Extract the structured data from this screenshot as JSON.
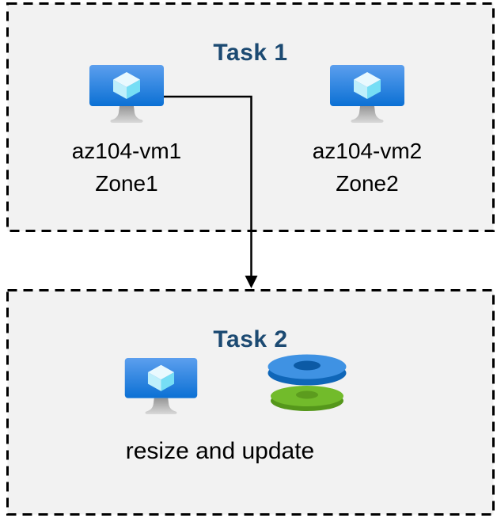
{
  "diagram": {
    "task1": {
      "title": "Task 1",
      "vms": [
        {
          "name": "az104-vm1",
          "zone": "Zone1",
          "icon": "virtual-machine-icon"
        },
        {
          "name": "az104-vm2",
          "zone": "Zone2",
          "icon": "virtual-machine-icon"
        }
      ]
    },
    "task2": {
      "title": "Task 2",
      "caption": "resize and update",
      "icons": [
        "virtual-machine-icon",
        "managed-disks-icon"
      ]
    },
    "arrow": {
      "from": "az104-vm1",
      "to": "Task 2"
    }
  },
  "colors": {
    "page_background": "#FFFFFF",
    "box_fill": "#F2F2F2",
    "box_border": "#000000",
    "title_text": "#1C4A72",
    "label_text": "#000000",
    "arrow": "#000000",
    "vm_screen_top": "#5C9FEE",
    "vm_screen_bottom": "#0B70D4",
    "vm_cube_top": "#E9F9FE",
    "vm_cube_left": "#BEEFFB",
    "vm_cube_right": "#76DEF5",
    "vm_stand_top": "#969696",
    "vm_stand_bottom": "#D9D9D9",
    "disk_blue_top": "#3F92E3",
    "disk_blue_side": "#0F66B8",
    "disk_blue_hole": "#0C5AA5",
    "disk_green_top": "#72BB2B",
    "disk_green_side": "#55971B",
    "disk_green_hole": "#5C9C1E"
  }
}
